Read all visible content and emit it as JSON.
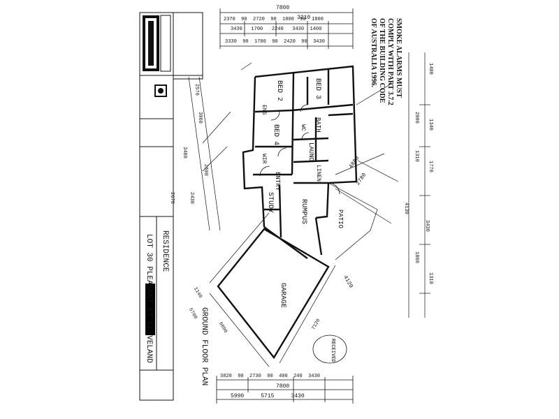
{
  "smoke_notice": [
    "SMOKE ALARMS MUST",
    "COMPLY WITH PART 3.7.2",
    "OF THE BUILDING CODE",
    "OF AUSTRALIA 1996."
  ],
  "title_block": {
    "project": "RESIDENCE",
    "location": "LOT 30 PLEASANT CT CLEVELAND",
    "drawing_title": "GROUND FLOOR PLAN"
  },
  "stamp": {
    "line1": "RECEIVED"
  },
  "rooms": {
    "bed2": "BED 2",
    "bed3": "BED 3",
    "bed4": "BED 4",
    "ens": "ENS",
    "wir": "WIR",
    "bath": "BATH",
    "wc": "WC",
    "laundry": "LAUND",
    "linen": "LINEN",
    "entry": "ENTRY",
    "study": "STUDY",
    "rumpus": "RUMPUS",
    "patio": "PATIO",
    "garage": "GARAGE"
  },
  "dimensions": {
    "top_overall": "7800",
    "top_sub": "3210",
    "top_row1": [
      "2370",
      "90",
      "2720",
      "90",
      "1800",
      "90",
      "1800"
    ],
    "top_row2": [
      "3430",
      "1700",
      "2240",
      "3430",
      "1400"
    ],
    "top_row3": [
      "3330",
      "90",
      "1700",
      "90",
      "2420",
      "90",
      "3430"
    ],
    "right_col": [
      "1400",
      "2000",
      "1340",
      "1310",
      "1770",
      "4130",
      "3430",
      "1860",
      "1310"
    ],
    "left_col": [
      "2570",
      "3060",
      "3480",
      "2500",
      "2430",
      "2678"
    ],
    "diag_right": [
      "4880",
      "2780",
      "4120"
    ],
    "bottom_row1": [
      "3820",
      "90",
      "2730",
      "90",
      "400",
      "240",
      "3430"
    ],
    "bottom_overall": "7800",
    "bottom_row2": [
      "5990",
      "5715",
      "3430"
    ],
    "garage_dims": [
      "1140",
      "6090",
      "7120",
      "5780"
    ]
  }
}
